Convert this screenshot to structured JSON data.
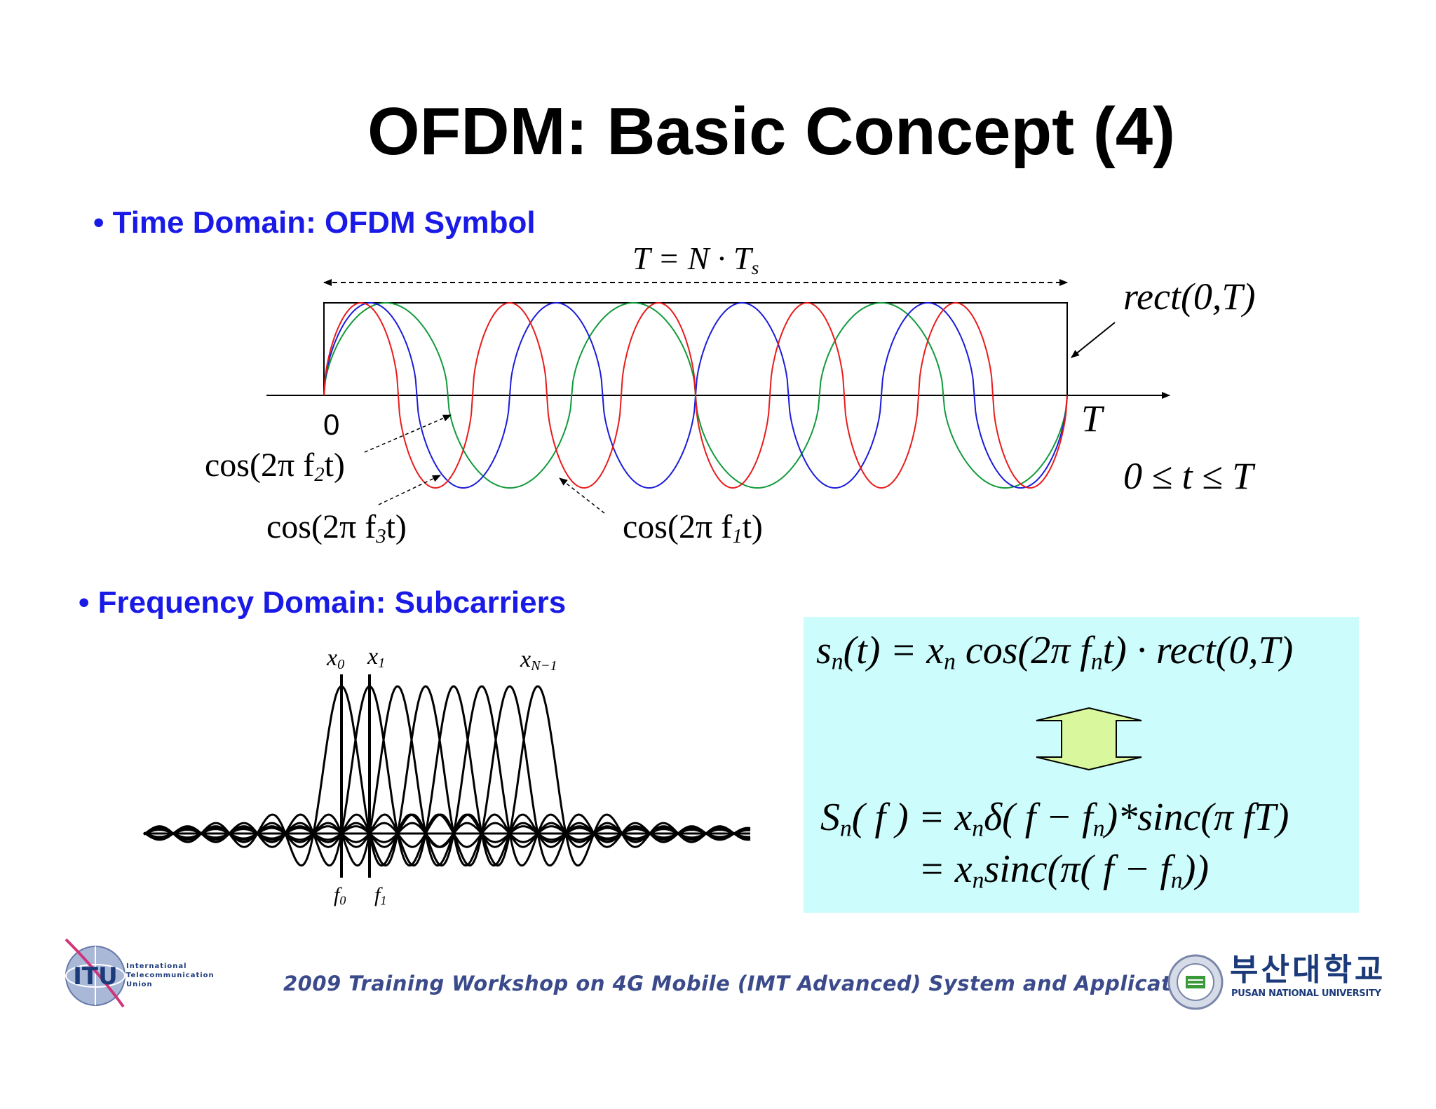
{
  "slide": {
    "title": "OFDM: Basic Concept (4)"
  },
  "time_domain": {
    "heading": "• Time Domain: OFDM Symbol",
    "duration_label": "T = N · T",
    "duration_label_sub": "s",
    "rect_label": "rect(0,T)",
    "origin_label": "0",
    "end_label": "T",
    "range_label": "0 ≤ t ≤ T",
    "cos_f2": {
      "pre": "cos(2π f",
      "sub": "2",
      "post": "t)"
    },
    "cos_f3": {
      "pre": "cos(2π f",
      "sub": "3",
      "post": "t)"
    },
    "cos_f1": {
      "pre": "cos(2π f",
      "sub": "1",
      "post": "t)"
    },
    "colors": {
      "f1": "#129a3c",
      "f2": "#1c1cd8",
      "f3": "#e81c1c",
      "axis": "#000000"
    }
  },
  "frequency_domain": {
    "heading": "• Frequency Domain: Subcarriers",
    "x0": {
      "base": "x",
      "sub": "0"
    },
    "x1": {
      "base": "x",
      "sub": "1"
    },
    "xN1": {
      "base": "x",
      "sub": "N−1"
    },
    "f0": {
      "base": "f",
      "sub": "0"
    },
    "f1": {
      "base": "f",
      "sub": "1"
    }
  },
  "formulas": {
    "sn": "s<sub>n</sub>(t) = x<sub>n</sub> cos(2π f<sub>n</sub>t) · rect(0,T)",
    "Sn_line1": "S<sub>n</sub>( f ) = x<sub>n</sub>δ( f − f<sub>n</sub>)*sinc(π fT)",
    "Sn_line2": "= x<sub>n</sub>sinc(π( f − f<sub>n</sub>))",
    "box_color": "#ccfcfc",
    "arrow_color": "#d9f79c"
  },
  "footer": {
    "workshop": "2009 Training Workshop on 4G Mobile (IMT Advanced) System and Applications",
    "itu_logo_text": "ITU",
    "itu_org_lines": [
      "International",
      "Telecommunication",
      "Union"
    ],
    "pnu_korean": "부산대학교",
    "pnu_english": "PUSAN NATIONAL UNIVERSITY"
  }
}
